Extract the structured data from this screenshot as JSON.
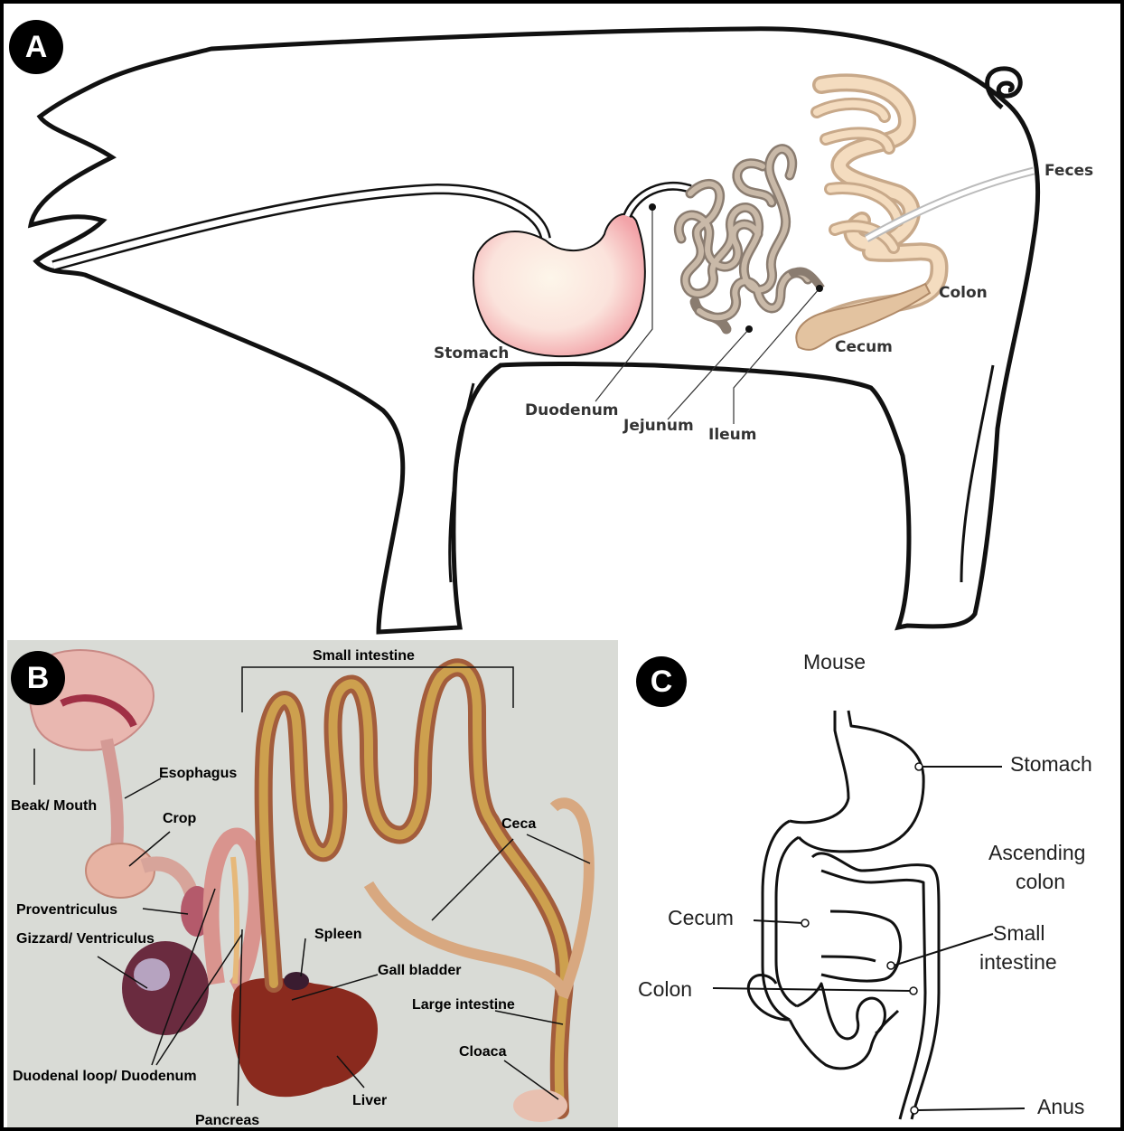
{
  "panel_a": {
    "badge": "A",
    "labels": {
      "stomach": "Stomach",
      "duodenum": "Duodenum",
      "jejunum": "Jejunum",
      "ileum": "Ileum",
      "cecum": "Cecum",
      "colon": "Colon",
      "feces": "Feces"
    }
  },
  "panel_b": {
    "badge": "B",
    "labels": {
      "small_intestine": "Small intestine",
      "esophagus": "Esophagus",
      "beak_mouth": "Beak/ Mouth",
      "crop": "Crop",
      "ceca": "Ceca",
      "proventriculus": "Proventriculus",
      "gizzard": "Gizzard/ Ventriculus",
      "spleen": "Spleen",
      "gall_bladder": "Gall bladder",
      "large_intestine": "Large intestine",
      "cloaca": "Cloaca",
      "duodenal_loop": "Duodenal loop/ Duodenum",
      "liver": "Liver",
      "pancreas": "Pancreas"
    }
  },
  "panel_c": {
    "badge": "C",
    "title": "Mouse",
    "labels": {
      "stomach": "Stomach",
      "ascending_colon_1": "Ascending",
      "ascending_colon_2": "colon",
      "cecum": "Cecum",
      "small_intestine_1": "Small",
      "small_intestine_2": "intestine",
      "colon": "Colon",
      "anus": "Anus"
    }
  }
}
